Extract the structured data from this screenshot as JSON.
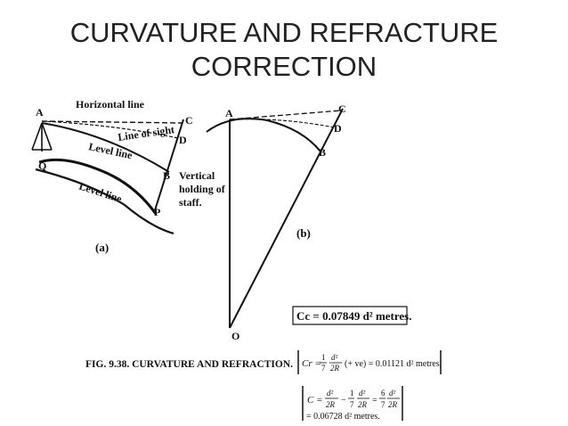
{
  "slide": {
    "title_line1": "CURVATURE AND REFRACTURE",
    "title_line2": "CORRECTION"
  },
  "figure_a": {
    "horizontal_line": "Horizontal line",
    "line_of_sight": "Line of sight",
    "level_line_upper": "Level line",
    "level_line_lower": "Level line",
    "vertical_staff_1": "Vertical",
    "vertical_staff_2": "holding of",
    "vertical_staff_3": "staff.",
    "point_A": "A",
    "point_C": "C",
    "point_D": "D",
    "point_B": "B",
    "point_Q": "Q",
    "point_P": "P",
    "caption": "(a)"
  },
  "figure_b": {
    "point_A": "A",
    "point_C": "C",
    "point_D": "D",
    "point_B": "B",
    "point_O": "O",
    "caption": "(b)"
  },
  "figure_caption": "FIG. 9.38. CURVATURE AND REFRACTION.",
  "formulas": {
    "cc": "Cc = 0.07849 d² metres.",
    "cr_lhs": "Cr =",
    "cr_rhs": "(+ ve) = 0.01121 d² metres,",
    "c_lhs": "C =",
    "c_result": "= 0.06728 d² metres."
  }
}
